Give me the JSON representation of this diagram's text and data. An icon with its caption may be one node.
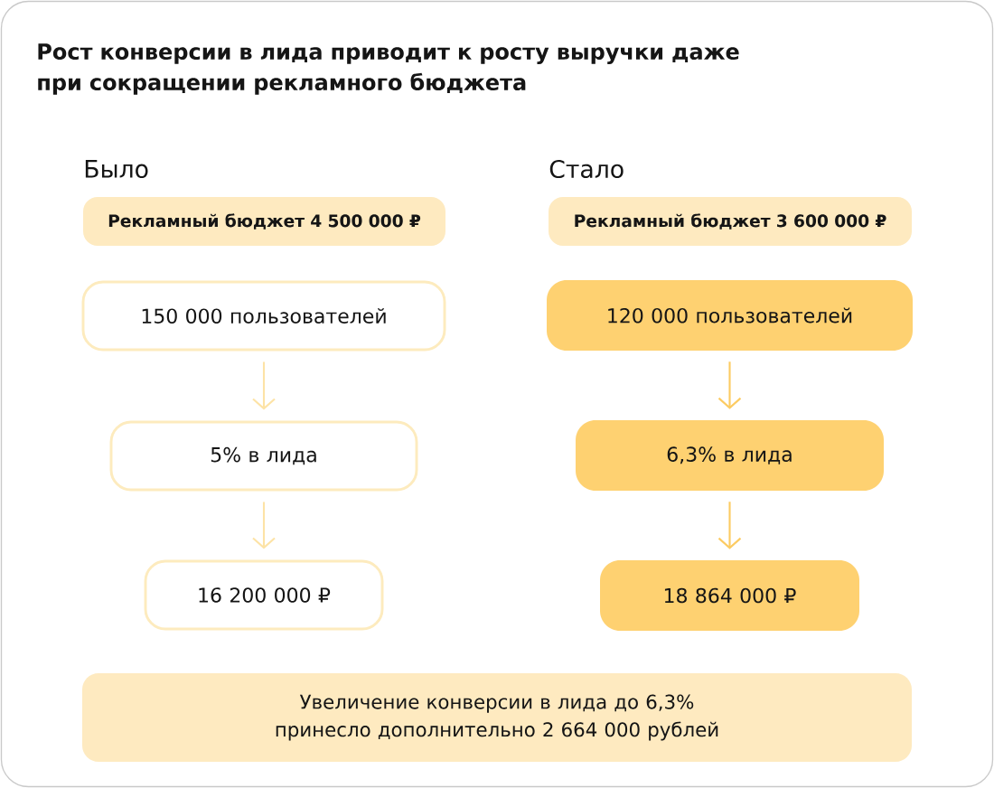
{
  "diagram": {
    "title": "Рост конверсии в лида приводит к росту выручки даже при сокращении рекламного бюджета",
    "nodes": [
      {
        "text": [
          "Рекламный бюджет 4 500 000 ₽"
        ]
      },
      {
        "text": [
          "Рекламный бюджет 3 600 000 ₽"
        ]
      },
      {
        "text": [
          "150 000 пользователей"
        ]
      },
      {
        "text": [
          "120 000 пользователей"
        ]
      },
      {
        "text": [
          "5% в лида"
        ]
      },
      {
        "text": [
          "6,3% в лида"
        ]
      },
      {
        "text": [
          "16 200 000 ₽"
        ]
      },
      {
        "text": [
          "18 864 000 ₽"
        ]
      },
      {
        "text": [
          "Увеличение конверсии в лида до 6,3% принесло дополнительно 2 664 000 рублей"
        ]
      }
    ],
    "edges": [
      {
        "from": 2,
        "to": 4,
        "arrow": "to",
        "color": "#fde3a6"
      },
      {
        "from": 4,
        "to": 6,
        "arrow": "to",
        "color": "#fde3a6"
      },
      {
        "from": 3,
        "to": 5,
        "arrow": "to",
        "color": "#fccb62"
      },
      {
        "from": 5,
        "to": 7,
        "arrow": "to",
        "color": "#fccb62"
      }
    ],
    "labels": [
      "Было",
      "Стало"
    ]
  }
}
